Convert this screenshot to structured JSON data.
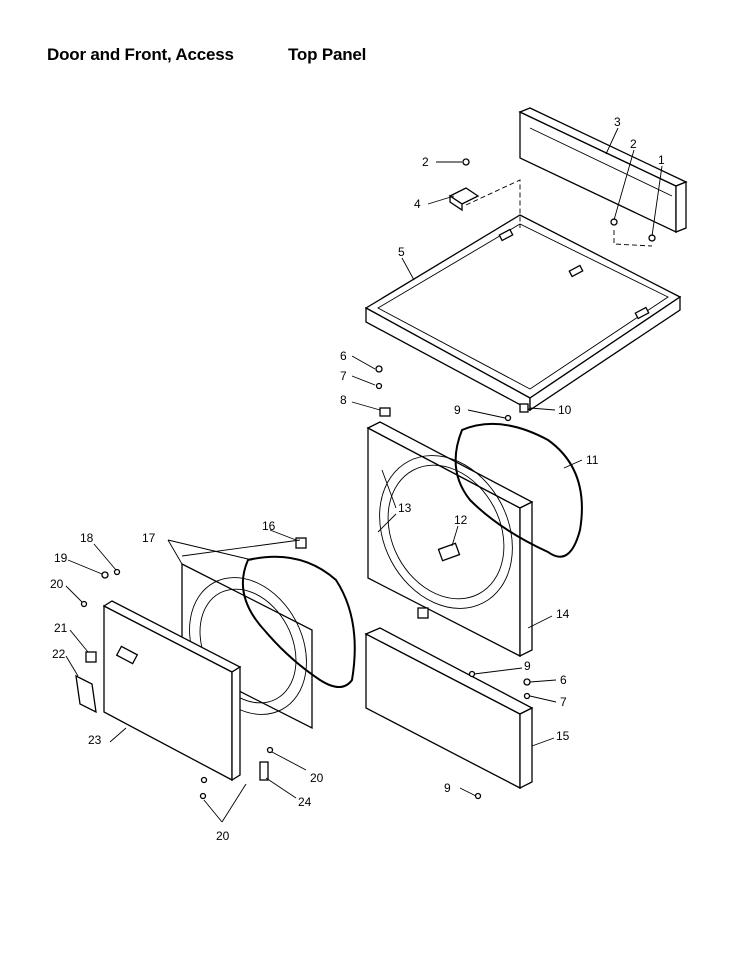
{
  "titles": {
    "left": "Door and Front, Access",
    "right": "Top Panel"
  },
  "callouts": {
    "c1": "1",
    "c2a": "2",
    "c2b": "2",
    "c3": "3",
    "c4": "4",
    "c5": "5",
    "c6a": "6",
    "c6b": "6",
    "c7a": "7",
    "c7b": "7",
    "c8": "8",
    "c9a": "9",
    "c9b": "9",
    "c9c": "9",
    "c10": "10",
    "c11": "11",
    "c12": "12",
    "c13": "13",
    "c14": "14",
    "c15": "15",
    "c16": "16",
    "c17": "17",
    "c18": "18",
    "c19": "19",
    "c20a": "20",
    "c20b": "20",
    "c20c": "20",
    "c21": "21",
    "c22": "22",
    "c23": "23",
    "c24": "24"
  }
}
